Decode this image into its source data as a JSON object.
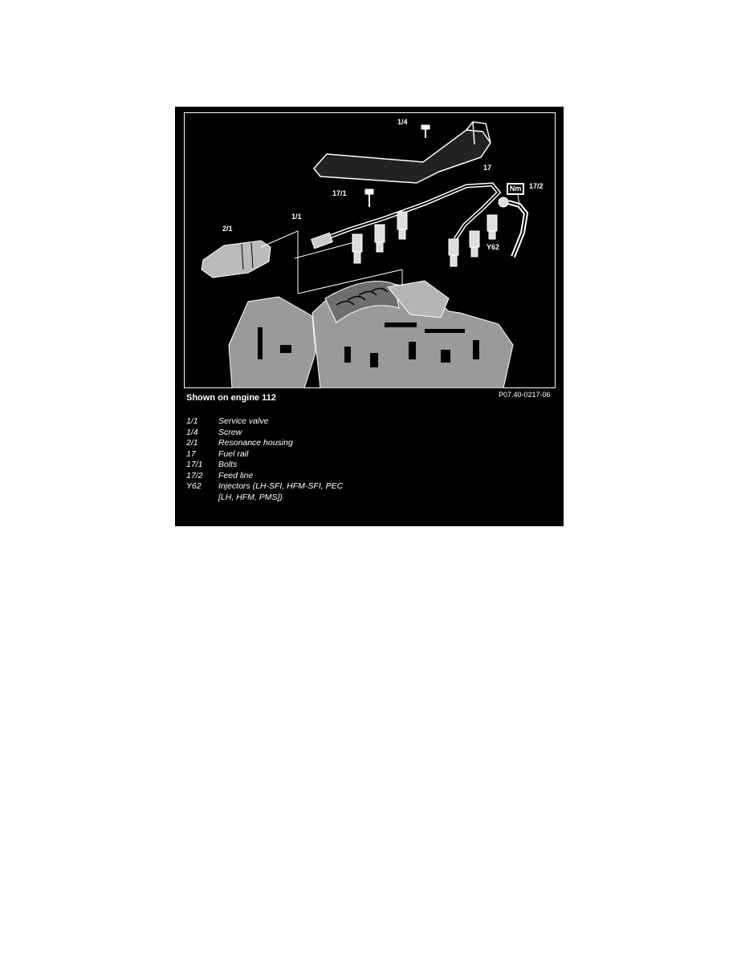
{
  "figure": {
    "caption": "Shown on engine 112",
    "reference": "P07.40-0217-06",
    "callouts": {
      "c14": "1/4",
      "c17": "17",
      "c171": "17/1",
      "c172": "17/2",
      "c11": "1/1",
      "c21": "2/1",
      "cY62": "Y62",
      "nm": "Nm"
    }
  },
  "legend": [
    {
      "code": "1/1",
      "desc": "Service valve"
    },
    {
      "code": "1/4",
      "desc": "Screw"
    },
    {
      "code": "2/1",
      "desc": "Resonance housing"
    },
    {
      "code": "17",
      "desc": "Fuel rail"
    },
    {
      "code": "17/1",
      "desc": "Bolts"
    },
    {
      "code": "17/2",
      "desc": "Feed line"
    },
    {
      "code": "Y62",
      "desc": "Injectors (LH-SFI, HFM-SFI, PEC [LH, HFM, PMS])"
    }
  ]
}
